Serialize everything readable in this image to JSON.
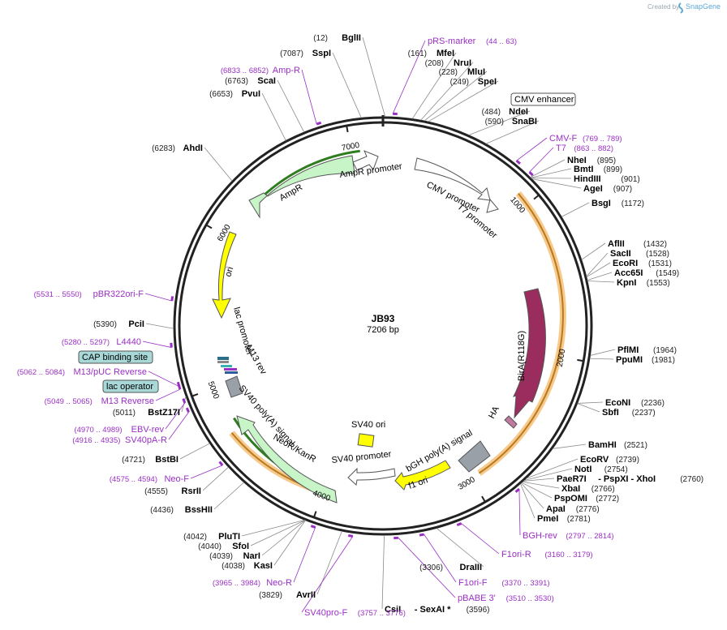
{
  "branding": {
    "created_by": "Created by",
    "product": "SnapGene",
    "accent": "#5fa8d3"
  },
  "plasmid": {
    "name": "JB93",
    "size": "7206 bp",
    "length": 7206
  },
  "colors": {
    "backbone": "#222222",
    "primer": "#9a2fc4",
    "enzyme_line": "#8a8a8a",
    "ampr": "#c8f5c8",
    "ampr_stroke": "#2e7d1e",
    "birA": "#9b2d5e",
    "ori": "#ffff00",
    "gray_feature": "#9aa0a8",
    "cap_box": "#a8d8d8",
    "orange_track": "#f7c98a"
  },
  "scale_ticks": [
    "1000",
    "2000",
    "3000",
    "4000",
    "5000",
    "6000",
    "7000"
  ],
  "enzyme_sites": [
    {
      "name": "BglII",
      "pos": "(12)"
    },
    {
      "name": "SspI",
      "pos": "(7087)"
    },
    {
      "name": "ScaI",
      "pos": "(6763)"
    },
    {
      "name": "PvuI",
      "pos": "(6653)"
    },
    {
      "name": "AhdI",
      "pos": "(6283)"
    },
    {
      "name": "PciI",
      "pos": "(5390)"
    },
    {
      "name": "BstZ17I",
      "pos": "(5011)"
    },
    {
      "name": "BstBI",
      "pos": "(4721)"
    },
    {
      "name": "RsrII",
      "pos": "(4555)"
    },
    {
      "name": "BssHII",
      "pos": "(4436)"
    },
    {
      "name": "PluTI",
      "pos": "(4042)"
    },
    {
      "name": "SfoI",
      "pos": "(4040)"
    },
    {
      "name": "NarI",
      "pos": "(4039)"
    },
    {
      "name": "KasI",
      "pos": "(4038)"
    },
    {
      "name": "AvrII",
      "pos": "(3829)"
    },
    {
      "name": "CsiI",
      "pos": "(3596)",
      "extra": "- SexAI *"
    },
    {
      "name": "DraIII",
      "pos": "(3306)"
    },
    {
      "name": "MfeI",
      "pos": "(161)"
    },
    {
      "name": "NruI",
      "pos": "(208)"
    },
    {
      "name": "MluI",
      "pos": "(228)"
    },
    {
      "name": "SpeI",
      "pos": "(249)"
    },
    {
      "name": "NdeI",
      "pos": "(484)"
    },
    {
      "name": "SnaBI",
      "pos": "(590)"
    },
    {
      "name": "NheI",
      "pos": "(895)"
    },
    {
      "name": "BmtI",
      "pos": "(899)"
    },
    {
      "name": "HindIII",
      "pos": "(901)"
    },
    {
      "name": "AgeI",
      "pos": "(907)"
    },
    {
      "name": "BsgI",
      "pos": "(1172)"
    },
    {
      "name": "AflII",
      "pos": "(1432)"
    },
    {
      "name": "SacII",
      "pos": "(1528)"
    },
    {
      "name": "EcoRI",
      "pos": "(1531)"
    },
    {
      "name": "Acc65I",
      "pos": "(1549)"
    },
    {
      "name": "KpnI",
      "pos": "(1553)"
    },
    {
      "name": "PflMI",
      "pos": "(1964)"
    },
    {
      "name": "PpuMI",
      "pos": "(1981)"
    },
    {
      "name": "EcoNI",
      "pos": "(2236)"
    },
    {
      "name": "SbfI",
      "pos": "(2237)"
    },
    {
      "name": "BamHI",
      "pos": "(2521)"
    },
    {
      "name": "EcoRV",
      "pos": "(2739)"
    },
    {
      "name": "NotI",
      "pos": "(2754)"
    },
    {
      "name": "PaeR7I",
      "pos": "(2760)",
      "extra": "- PspXI  - XhoI"
    },
    {
      "name": "XbaI",
      "pos": "(2766)"
    },
    {
      "name": "PspOMI",
      "pos": "(2772)"
    },
    {
      "name": "ApaI",
      "pos": "(2776)"
    },
    {
      "name": "PmeI",
      "pos": "(2781)"
    }
  ],
  "primers": [
    {
      "name": "pRS-marker",
      "range": "(44 .. 63)"
    },
    {
      "name": "Amp-R",
      "range": "(6833 .. 6852)"
    },
    {
      "name": "pBR322ori-F",
      "range": "(5531 .. 5550)"
    },
    {
      "name": "L4440",
      "range": "(5280 .. 5297)"
    },
    {
      "name": "M13/pUC Reverse",
      "range": "(5062 .. 5084)"
    },
    {
      "name": "M13 Reverse",
      "range": "(5049 .. 5065)"
    },
    {
      "name": "EBV-rev",
      "range": "(4970 .. 4989)"
    },
    {
      "name": "SV40pA-R",
      "range": "(4916 .. 4935)"
    },
    {
      "name": "Neo-F",
      "range": "(4575 .. 4594)"
    },
    {
      "name": "Neo-R",
      "range": "(3965 .. 3984)"
    },
    {
      "name": "SV40pro-F",
      "range": "(3757 .. 3776)"
    },
    {
      "name": "pBABE 3'",
      "range": "(3510 .. 3530)"
    },
    {
      "name": "F1ori-F",
      "range": "(3370 .. 3391)"
    },
    {
      "name": "F1ori-R",
      "range": "(3160 .. 3179)"
    },
    {
      "name": "BGH-rev",
      "range": "(2797 .. 2814)"
    },
    {
      "name": "CMV-F",
      "range": "(769 .. 789)"
    },
    {
      "name": "T7",
      "range": "(863 .. 882)"
    }
  ],
  "boxed_labels": [
    "CMV enhancer",
    "CAP binding site",
    "lac operator"
  ],
  "features": [
    "AmpR promoter",
    "AmpR",
    "ori",
    "CMV promoter",
    "T7 promoter",
    "BirA(R118G)",
    "HA",
    "bGH poly(A) signal",
    "f1 ori",
    "SV40 promoter",
    "SV40 ori",
    "NeoR/KanR",
    "SV40 poly(A) signal",
    "lac promoter",
    "M13 rev"
  ]
}
